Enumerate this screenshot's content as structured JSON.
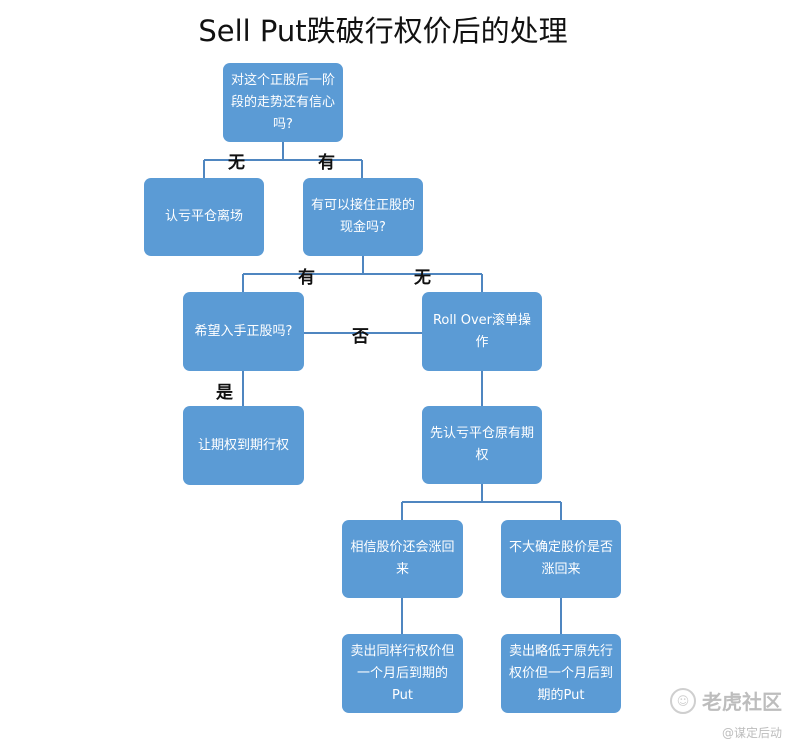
{
  "title": "Sell Put跌破行权价后的处理",
  "nodes": {
    "q1": "对这个正股后一阶段的走势还有信心吗?",
    "exit": "认亏平仓离场",
    "q2": "有可以接住正股的现金吗?",
    "q3": "希望入手正股吗?",
    "roll": "Roll Over滚单操作",
    "exercise": "让期权到期行权",
    "close_first": "先认亏平仓原有期权",
    "believe": "相信股价还会涨回来",
    "unsure": "不大确定股价是否涨回来",
    "sell_same": "卖出同样行权价但一个月后到期的Put",
    "sell_lower": "卖出略低于原先行权价但一个月后到期的Put"
  },
  "labels": {
    "no_1": "无",
    "yes_1": "有",
    "yes_2": "有",
    "no_2": "无",
    "no_3": "否",
    "yes_3": "是"
  },
  "watermark": {
    "brand": "老虎社区",
    "author": "@谋定后动",
    "icon": "tiger-logo-icon"
  },
  "colors": {
    "node_fill": "#5b9bd5",
    "line": "#4f86c0"
  }
}
